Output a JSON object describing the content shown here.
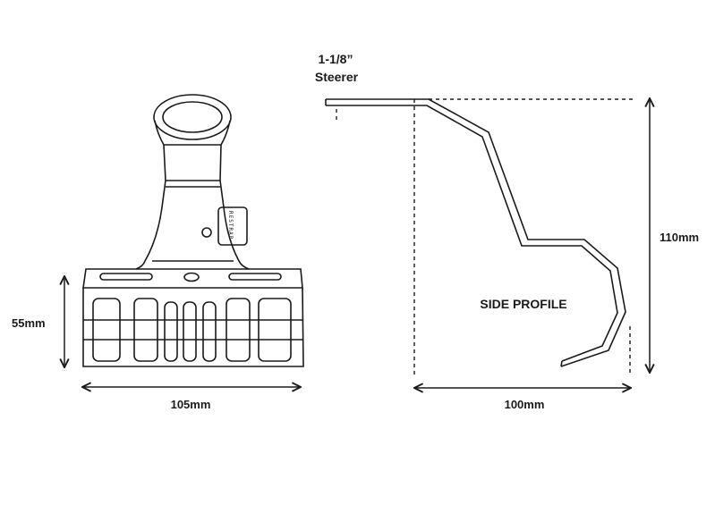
{
  "labels": {
    "height_front": "55mm",
    "width_front": "105mm",
    "steerer_line1": "1-1/8”",
    "steerer_line2": "Steerer",
    "side_profile": "SIDE PROFILE",
    "height_side": "110mm",
    "depth_side": "100mm",
    "brand": "RESTRAP"
  },
  "colors": {
    "stroke": "#1a1a1a",
    "background": "#ffffff"
  }
}
